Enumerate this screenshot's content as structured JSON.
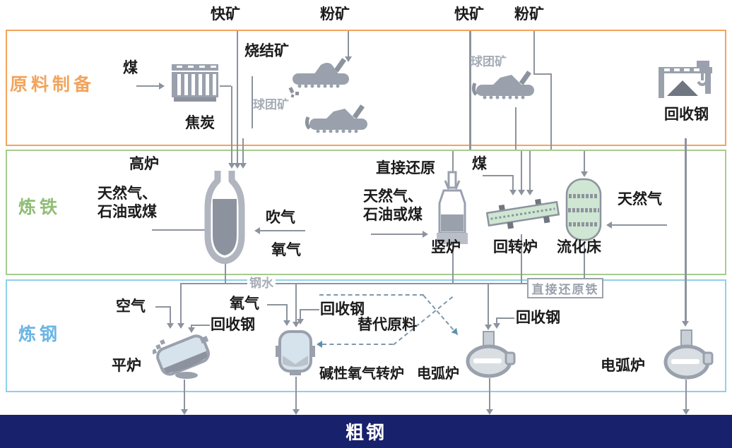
{
  "top_inputs": {
    "lump1": "快矿",
    "fines1": "粉矿",
    "lump2": "快矿",
    "fines2": "粉矿"
  },
  "prep": {
    "title": "原料制备",
    "coal": "煤",
    "coke": "焦炭",
    "sinter": "烧结矿",
    "pellet1": "球团矿",
    "pellet2": "球团矿",
    "scrap": "回收钢"
  },
  "iron": {
    "title": "炼铁",
    "blast_furnace": "高炉",
    "fuel_left": "天然气、\n石油或煤",
    "blow": "吹气",
    "oxygen": "氧气",
    "direct_reduction": "直接还原",
    "fuel_mid": "天然气、\n石油或煤",
    "coal": "煤",
    "shaft_furnace": "竖炉",
    "rotary_kiln": "回转炉",
    "fluidized_bed": "流化床",
    "natural_gas": "天然气"
  },
  "steel": {
    "title": "炼钢",
    "molten_steel": "钢水",
    "air": "空气",
    "oxygen": "氧气",
    "scrap1": "回收钢",
    "scrap2": "回收钢",
    "alt_materials": "替代原料",
    "scrap3": "回收钢",
    "dri": "直接还原铁",
    "open_hearth": "平炉",
    "bof": "碱性氧气转炉",
    "eaf1": "电弧炉",
    "eaf2": "电弧炉"
  },
  "output": {
    "label": "粗钢"
  },
  "colors": {
    "prep_accent": "#F2A45C",
    "iron_accent": "#8FBE75",
    "steel_accent": "#6CB5E3",
    "crude_bar": "#18216B",
    "line_gray": "#8D939E",
    "muted_gray": "#A7ADB8",
    "dashed_blue": "#7E98AC",
    "equip_green": "#CFE6D2",
    "equip_blue": "#D7E3EC"
  }
}
